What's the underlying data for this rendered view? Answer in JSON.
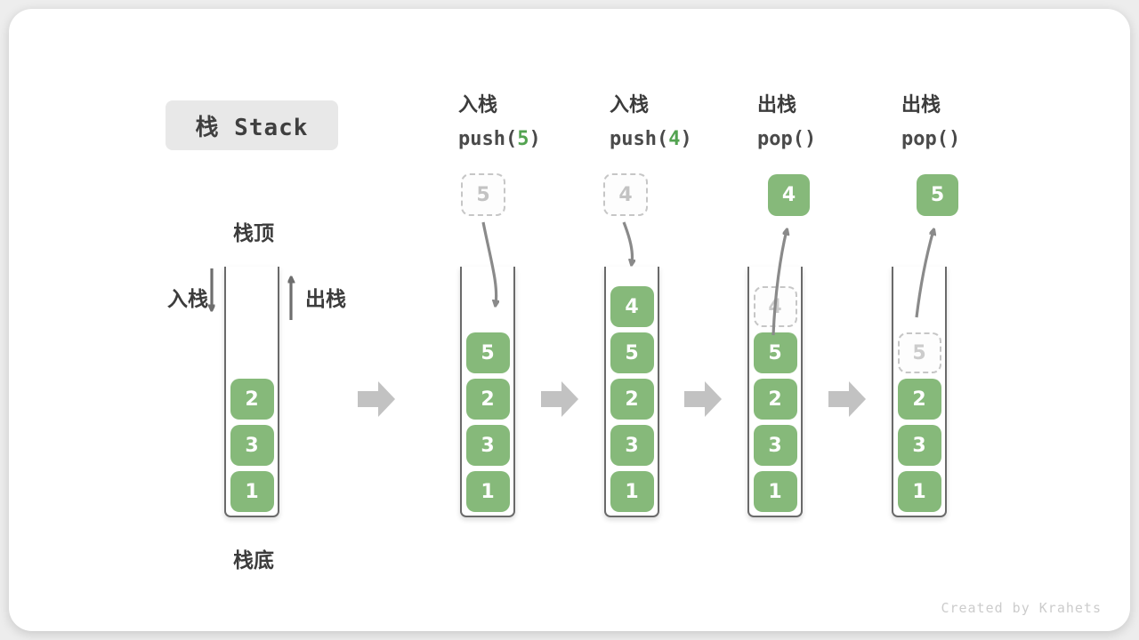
{
  "title": "栈 Stack",
  "watermark": "Created by Krahets",
  "legend": {
    "stack_top": "栈顶",
    "stack_bottom": "栈底",
    "push_side": "入栈",
    "pop_side": "出栈"
  },
  "operations": [
    {
      "name": "入栈",
      "code_pre": "push(",
      "arg": "5",
      "code_post": ")"
    },
    {
      "name": "入栈",
      "code_pre": "push(",
      "arg": "4",
      "code_post": ")"
    },
    {
      "name": "出栈",
      "code_pre": "pop()",
      "arg": "",
      "code_post": ""
    },
    {
      "name": "出栈",
      "code_pre": "pop()",
      "arg": "",
      "code_post": ""
    }
  ],
  "floating_boxes": [
    {
      "value": "5",
      "style": "ghost-dashed"
    },
    {
      "value": "4",
      "style": "ghost-dashed"
    },
    {
      "value": "4",
      "style": "solid-green"
    },
    {
      "value": "5",
      "style": "solid-green"
    }
  ],
  "stacks": [
    {
      "cells": [
        "2",
        "3",
        "1"
      ]
    },
    {
      "cells": [
        "5",
        "2",
        "3",
        "1"
      ]
    },
    {
      "cells": [
        "4",
        "5",
        "2",
        "3",
        "1"
      ]
    },
    {
      "cells": [
        "4",
        "5",
        "2",
        "3",
        "1"
      ],
      "ghost_top": true
    },
    {
      "cells": [
        "5",
        "2",
        "3",
        "1"
      ],
      "ghost_top": true
    }
  ],
  "colors": {
    "cell_green": "#86b97a",
    "code_arg_green": "#53a351",
    "ghost_gray": "#c6c6c6",
    "curved_arrow_gray": "#8a8a8a",
    "side_arrow_gray": "#6e6e6e",
    "block_arrow_gray": "#c2c2c2",
    "title_badge_bg": "#e8e8e8",
    "text_dark": "#3c3c3c"
  }
}
